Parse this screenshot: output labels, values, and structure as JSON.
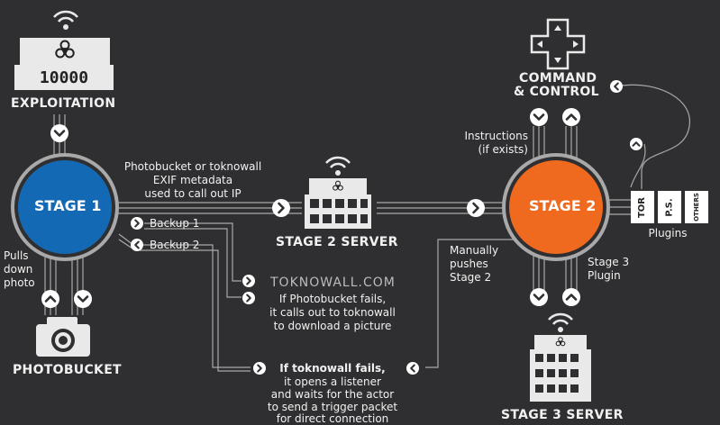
{
  "labels": {
    "exploitation": "EXPLOITATION",
    "stage1": "STAGE 1",
    "stage2": "STAGE 2",
    "photobucket": "PHOTOBUCKET",
    "stage2_server": "STAGE 2 SERVER",
    "stage3_server": "STAGE 3 SERVER",
    "command_control": [
      "COMMAND",
      "& CONTROL"
    ],
    "device_digits": "10000",
    "toknowall": "TOKNOWALL.COM"
  },
  "annotations": {
    "photobucket_exif": [
      "Photobucket or toknowall",
      "EXIF metadata",
      "used to call out IP"
    ],
    "backup1": "Backup 1",
    "backup2": "Backup 2",
    "pulls_down": [
      "Pulls",
      "down",
      "photo"
    ],
    "instructions": [
      "Instructions",
      "(if exists)"
    ],
    "manually": [
      "Manually",
      "pushes",
      "Stage 2"
    ],
    "stage3_plugin": [
      "Stage 3",
      "Plugin"
    ],
    "plugins": "Plugins",
    "photobucket_fails": [
      "If Photobucket fails,",
      "it calls out to toknowall",
      "to download a picture"
    ],
    "toknowall_fails": [
      "If toknowall fails,",
      "it opens a listener",
      "and waits for the actor",
      "to send a trigger packet",
      "for direct connection"
    ]
  },
  "plugins": [
    "TOR",
    "P.S.",
    "OTHERS"
  ],
  "colors": {
    "background": "#2f2f31",
    "stage1": "#1469b4",
    "stage2": "#ef6a1e",
    "line": "#a9a9a9",
    "device": "#e9e9e9"
  },
  "icons": [
    "wifi-icon",
    "biohazard-icon",
    "camera-icon",
    "dpad-icon",
    "chevron-down-icon",
    "chevron-up-icon",
    "chevron-right-icon",
    "chevron-left-icon"
  ]
}
